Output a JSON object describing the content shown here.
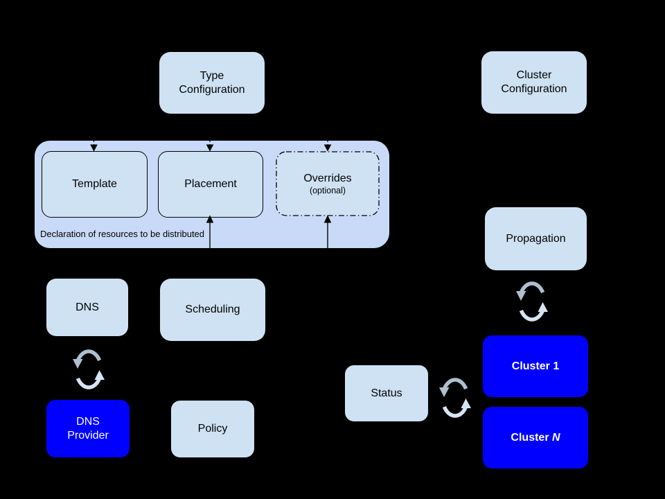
{
  "diagram_title": "federation-architecture-diagram",
  "colors": {
    "background": "#000000",
    "container_fill": "#c9daf8",
    "node_fill": "#cfe2f3",
    "node_border": "#000000",
    "emphasis_fill": "#0000ff",
    "emphasis_text": "#ffffff",
    "text": "#000000",
    "sync_arrow_dark": "#aebfcf",
    "sync_arrow_light": "#d6e4f2"
  },
  "nodes": {
    "type_configuration": "Type\nConfiguration",
    "cluster_configuration": "Cluster\nConfiguration",
    "template": "Template",
    "placement": "Placement",
    "overrides": "Overrides",
    "overrides_optional": "(optional)",
    "container_caption": "Declaration of resources to be distributed",
    "dns": "DNS",
    "scheduling": "Scheduling",
    "propagation": "Propagation",
    "dns_provider": "DNS\nProvider",
    "policy": "Policy",
    "status": "Status",
    "cluster_1": "Cluster 1",
    "cluster_n_prefix": "Cluster ",
    "cluster_n_italic": "N"
  },
  "icons": {
    "sync": "two curved arrows forming a bidirectional sync cycle"
  }
}
